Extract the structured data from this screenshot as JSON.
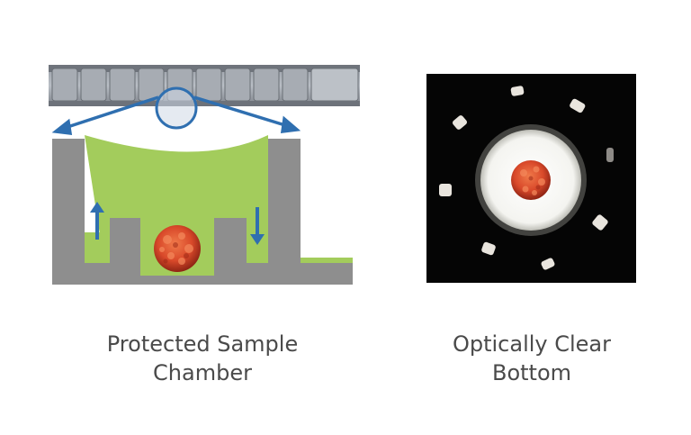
{
  "left_panel": {
    "caption_line1": "Protected Sample",
    "caption_line2": "Chamber"
  },
  "right_panel": {
    "caption_line1": "Optically Clear",
    "caption_line2": "Bottom"
  },
  "colors": {
    "plate_gray": "#8f949b",
    "wall_gray": "#8e8e8e",
    "medium_green": "#a3cc5c",
    "arrow_blue": "#2f6fb0",
    "spheroid_red": "#d9492a",
    "background_dark": "#050505"
  }
}
